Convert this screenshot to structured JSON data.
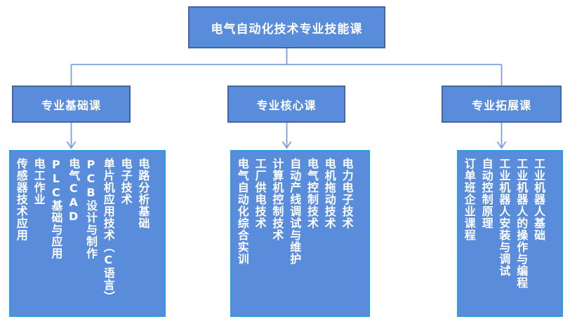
{
  "diagram": {
    "root": {
      "label": "电气自动化技术专业技能课"
    },
    "branches": [
      {
        "label": "专业基础课",
        "courses": [
          "电路分析基础",
          "电子技术",
          "单片机应用技术（C语言）",
          "PCB设计与制作",
          "电气CAD",
          "PLC基础与应用",
          "电工作业",
          "传感器技术应用"
        ]
      },
      {
        "label": "专业核心课",
        "courses": [
          "电力电子技术",
          "电机拖动技术",
          "电气控制技术",
          "自动产线调试与维护",
          "计算机控制技术",
          "工厂供电技术",
          "电气自动化综合实训"
        ]
      },
      {
        "label": "专业拓展课",
        "courses": [
          "工业机器人基础",
          "工业机器人的操作与编程",
          "工业机器人安装与调试",
          "自动控制原理",
          "订单班企业课程"
        ]
      }
    ],
    "colors": {
      "node_fill": "#5A8CDC",
      "node_border": "#4166A4",
      "course_border": "#2E9CDE",
      "connector": "#7CA0DE",
      "text": "#FFFFFF"
    }
  }
}
